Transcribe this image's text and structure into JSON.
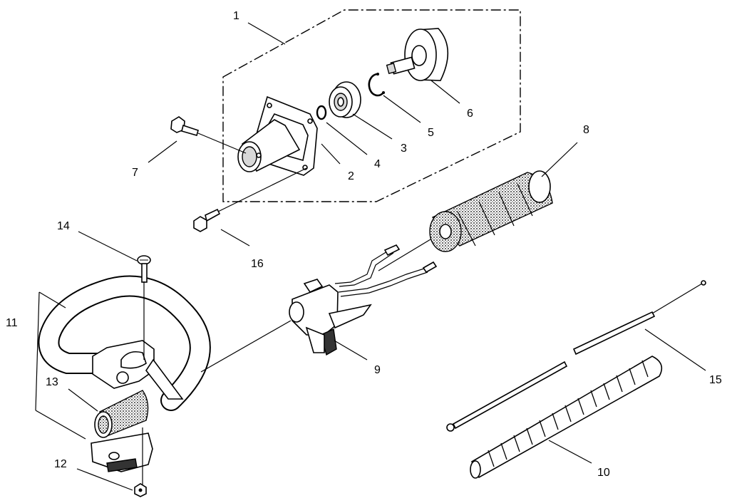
{
  "callouts": [
    "1",
    "2",
    "3",
    "4",
    "5",
    "6",
    "7",
    "8",
    "9",
    "10",
    "11",
    "12",
    "13",
    "14",
    "15",
    "16"
  ],
  "parts": [
    {
      "callout": "1",
      "name": "clutch-housing-assembly"
    },
    {
      "callout": "2",
      "name": "clutch-housing"
    },
    {
      "callout": "3",
      "name": "ball-bearing"
    },
    {
      "callout": "4",
      "name": "snap-ring-small"
    },
    {
      "callout": "5",
      "name": "snap-ring-large"
    },
    {
      "callout": "6",
      "name": "clutch-drum"
    },
    {
      "callout": "7",
      "name": "bolt-housing"
    },
    {
      "callout": "8",
      "name": "handle-grip-sponge"
    },
    {
      "callout": "9",
      "name": "throttle-control-assembly"
    },
    {
      "callout": "10",
      "name": "flexible-tube"
    },
    {
      "callout": "11",
      "name": "front-handle-assembly"
    },
    {
      "callout": "12",
      "name": "nut"
    },
    {
      "callout": "13",
      "name": "handle-grip"
    },
    {
      "callout": "14",
      "name": "handle-screw"
    },
    {
      "callout": "15",
      "name": "throttle-cable"
    },
    {
      "callout": "16",
      "name": "bolt-clamp"
    }
  ]
}
